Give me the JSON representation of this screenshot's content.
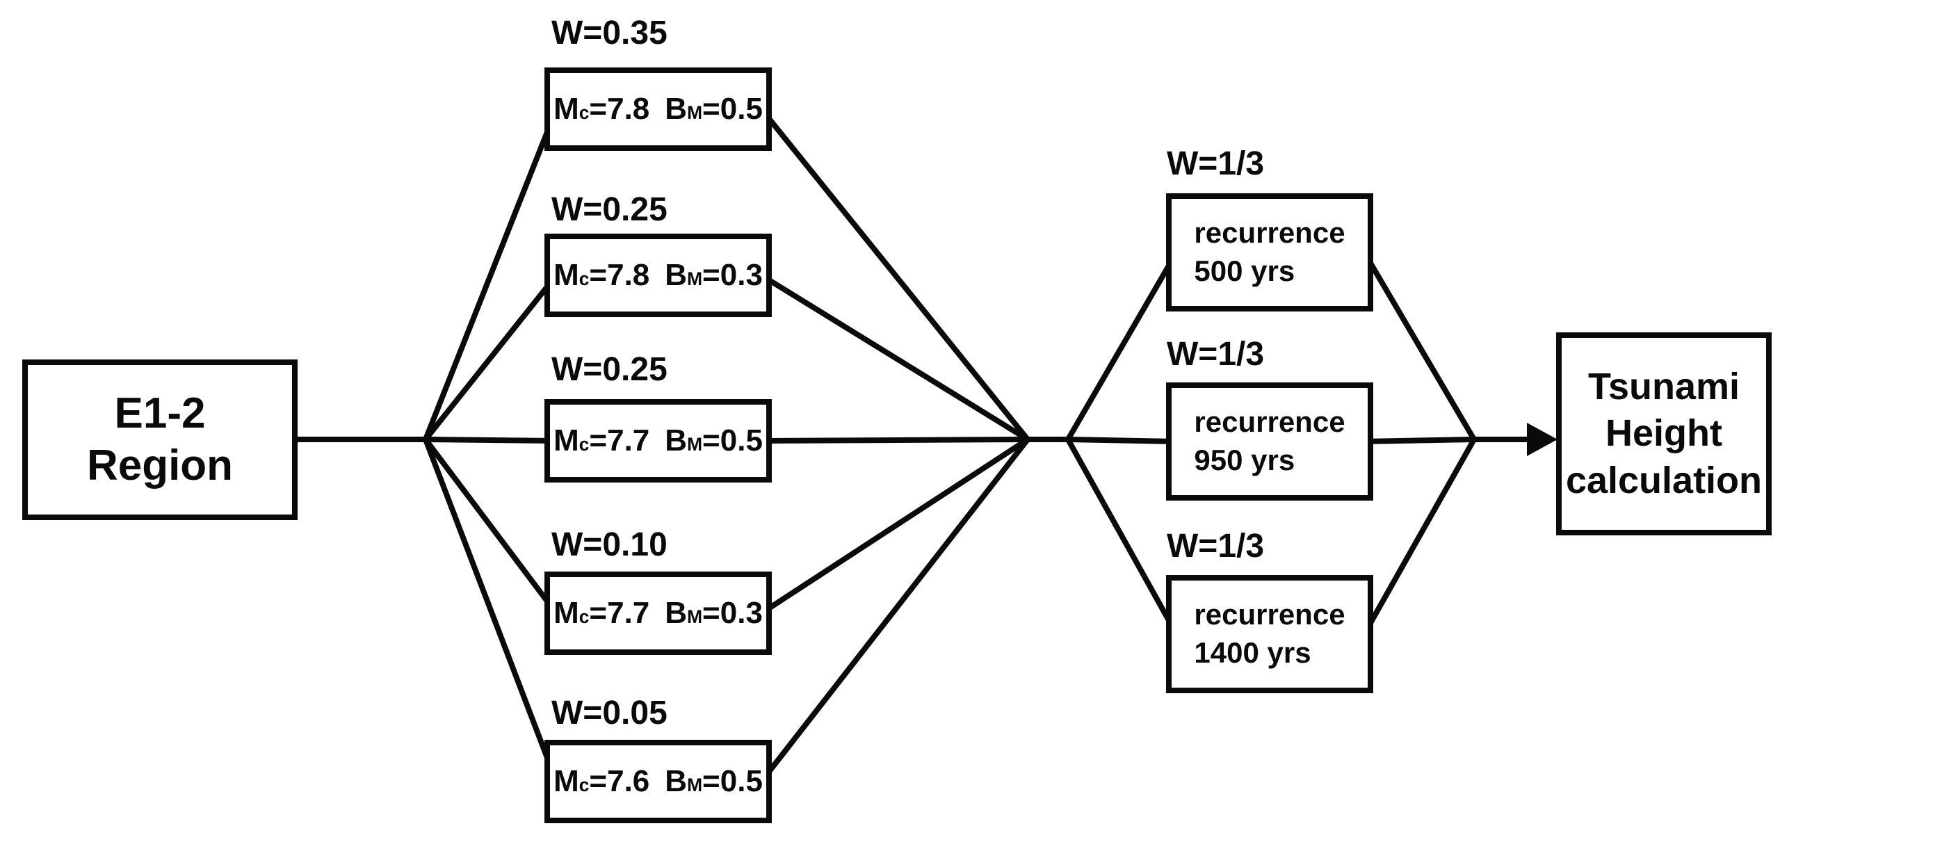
{
  "colors": {
    "background": "#ffffff",
    "line": "#0a0a0a"
  },
  "source_box": {
    "line1": "E1-2",
    "line2": "Region"
  },
  "magnitude_branches": [
    {
      "weight": "W=0.35",
      "mc_prefix": "M",
      "mc_sub": "c",
      "mc_value": "=7.8",
      "bm_prefix": "B",
      "bm_sub": "M",
      "bm_value": "=0.5"
    },
    {
      "weight": "W=0.25",
      "mc_prefix": "M",
      "mc_sub": "c",
      "mc_value": "=7.8",
      "bm_prefix": "B",
      "bm_sub": "M",
      "bm_value": "=0.3"
    },
    {
      "weight": "W=0.25",
      "mc_prefix": "M",
      "mc_sub": "c",
      "mc_value": "=7.7",
      "bm_prefix": "B",
      "bm_sub": "M",
      "bm_value": "=0.5"
    },
    {
      "weight": "W=0.10",
      "mc_prefix": "M",
      "mc_sub": "c",
      "mc_value": "=7.7",
      "bm_prefix": "B",
      "bm_sub": "M",
      "bm_value": "=0.3"
    },
    {
      "weight": "W=0.05",
      "mc_prefix": "M",
      "mc_sub": "c",
      "mc_value": "=7.6",
      "bm_prefix": "B",
      "bm_sub": "M",
      "bm_value": "=0.5"
    }
  ],
  "recurrence_branches": [
    {
      "weight": "W=1/3",
      "line1": "recurrence",
      "line2": "500 yrs"
    },
    {
      "weight": "W=1/3",
      "line1": "recurrence",
      "line2": "950 yrs"
    },
    {
      "weight": "W=1/3",
      "line1": "recurrence",
      "line2": "1400 yrs"
    }
  ],
  "output_box": {
    "line1": "Tsunami",
    "line2": "Height",
    "line3": "calculation"
  }
}
